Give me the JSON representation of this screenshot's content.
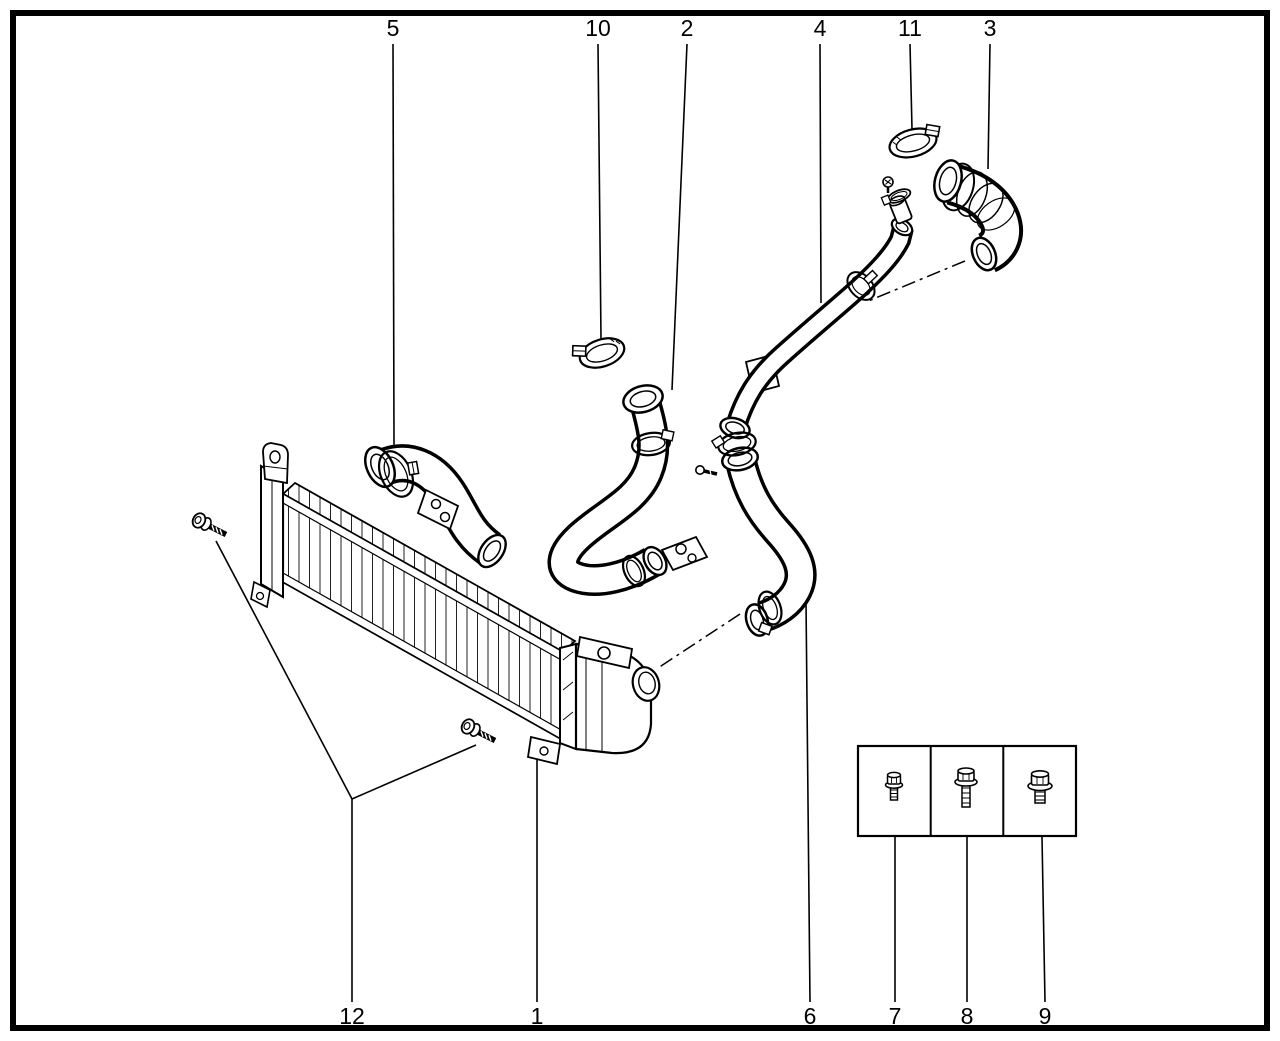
{
  "diagram": {
    "type": "exploded-parts-diagram",
    "subject": "charge-air-cooler-and-hoses",
    "callouts_top": [
      {
        "label": "5",
        "shape": "intercooler-inlet-hose"
      },
      {
        "label": "10",
        "shape": "worm-gear-hose-clamp"
      },
      {
        "label": "2",
        "shape": "intermediate-charge-air-hose"
      },
      {
        "label": "4",
        "shape": "charge-air-pipe"
      },
      {
        "label": "11",
        "shape": "worm-gear-hose-clamp"
      },
      {
        "label": "3",
        "shape": "elbow-hose"
      }
    ],
    "callouts_bottom": [
      {
        "label": "12",
        "shape": "mounting-screws"
      },
      {
        "label": "1",
        "shape": "charge-air-cooler"
      },
      {
        "label": "6",
        "shape": "outlet-hose"
      },
      {
        "label": "7",
        "shape": "flange-bolt-small"
      },
      {
        "label": "8",
        "shape": "flange-bolt-long"
      },
      {
        "label": "9",
        "shape": "flange-bolt-large"
      }
    ]
  }
}
